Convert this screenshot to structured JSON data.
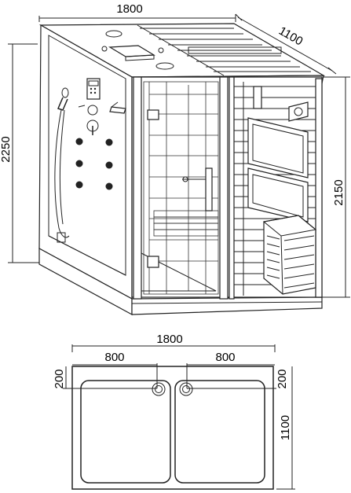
{
  "top_view": {
    "width_label": "1800",
    "depth_label": "1100",
    "height_left_label": "2250",
    "height_right_label": "2150"
  },
  "plan_view": {
    "total_width_label": "1800",
    "left_width_label": "800",
    "right_width_label": "800",
    "left_offset_label": "200",
    "right_offset_label": "200",
    "depth_label": "1100"
  },
  "colors": {
    "line": "#222222",
    "background": "#ffffff"
  }
}
